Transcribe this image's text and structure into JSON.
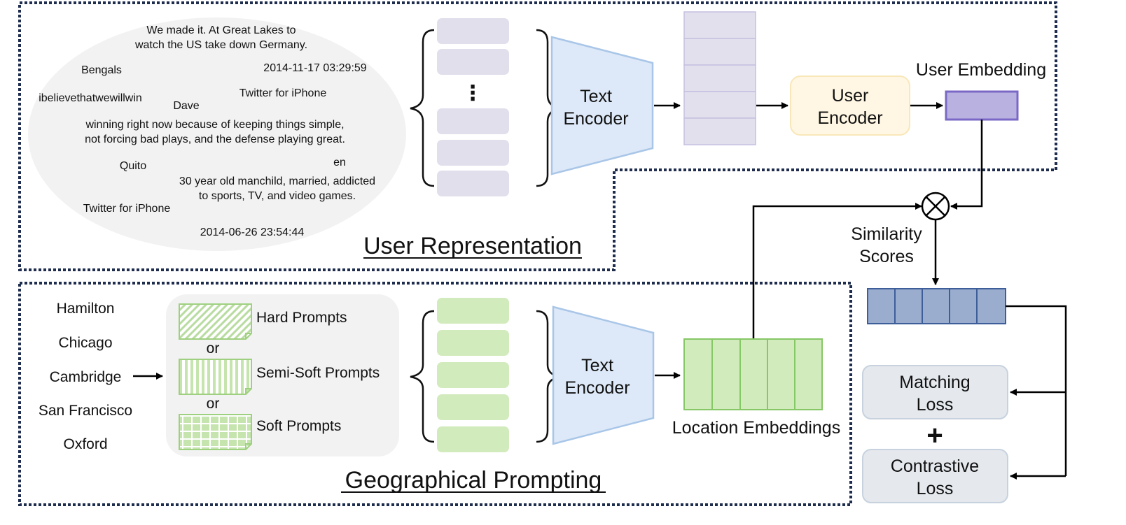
{
  "user_representation": {
    "title": "User Representation",
    "profile_texts": {
      "tweet_line1": "We made it. At Great Lakes to",
      "tweet_line2": "watch the US take down Germany.",
      "location1": "Bengals",
      "time1": "2014-11-17 03:29:59",
      "username": "ibelievethatwewillwin",
      "source1": "Twitter for iPhone",
      "name": "Dave",
      "desc1_line1": "winning right now because of keeping things simple,",
      "desc1_line2": "not forcing bad plays, and the defense playing great.",
      "location2": "Quito",
      "lang": "en",
      "bio_line1": "30 year old manchild, married, addicted",
      "bio_line2": "to sports, TV, and video games.",
      "source2": "Twitter for iPhone",
      "time2": "2014-06-26 23:54:44"
    },
    "ellipsis": "⋮",
    "text_encoder_line1": "Text",
    "text_encoder_line2": "Encoder",
    "user_encoder_line1": "User",
    "user_encoder_line2": "Encoder",
    "user_embedding_label": "User Embedding"
  },
  "geographical_prompting": {
    "title": "Geographical Prompting",
    "locations": [
      "Hamilton",
      "Chicago",
      "Cambridge",
      "San Francisco",
      "Oxford"
    ],
    "prompt_types": {
      "hard": "Hard Prompts",
      "semi_soft": "Semi-Soft Prompts",
      "soft": "Soft Prompts",
      "or": "or"
    },
    "text_encoder_line1": "Text",
    "text_encoder_line2": "Encoder",
    "location_embeddings_label": "Location Embeddings"
  },
  "similarity": {
    "label_line1": "Similarity",
    "label_line2": "Scores"
  },
  "losses": {
    "matching_line1": "Matching",
    "matching_line2": "Loss",
    "plus": "+",
    "contrastive_line1": "Contrastive",
    "contrastive_line2": "Loss"
  },
  "colors": {
    "user_token": "#e1dfec",
    "geo_token": "#d2ebbd",
    "encoder_fill": "#dde9f8",
    "encoder_stroke": "#a9c6e8",
    "user_encoder_fill": "#fff7e3",
    "user_embedding": "#b9b2e1",
    "score_fill": "#9aadcf",
    "loss_fill": "#e5e9ee",
    "dotted_border": "#1e2c4e"
  }
}
